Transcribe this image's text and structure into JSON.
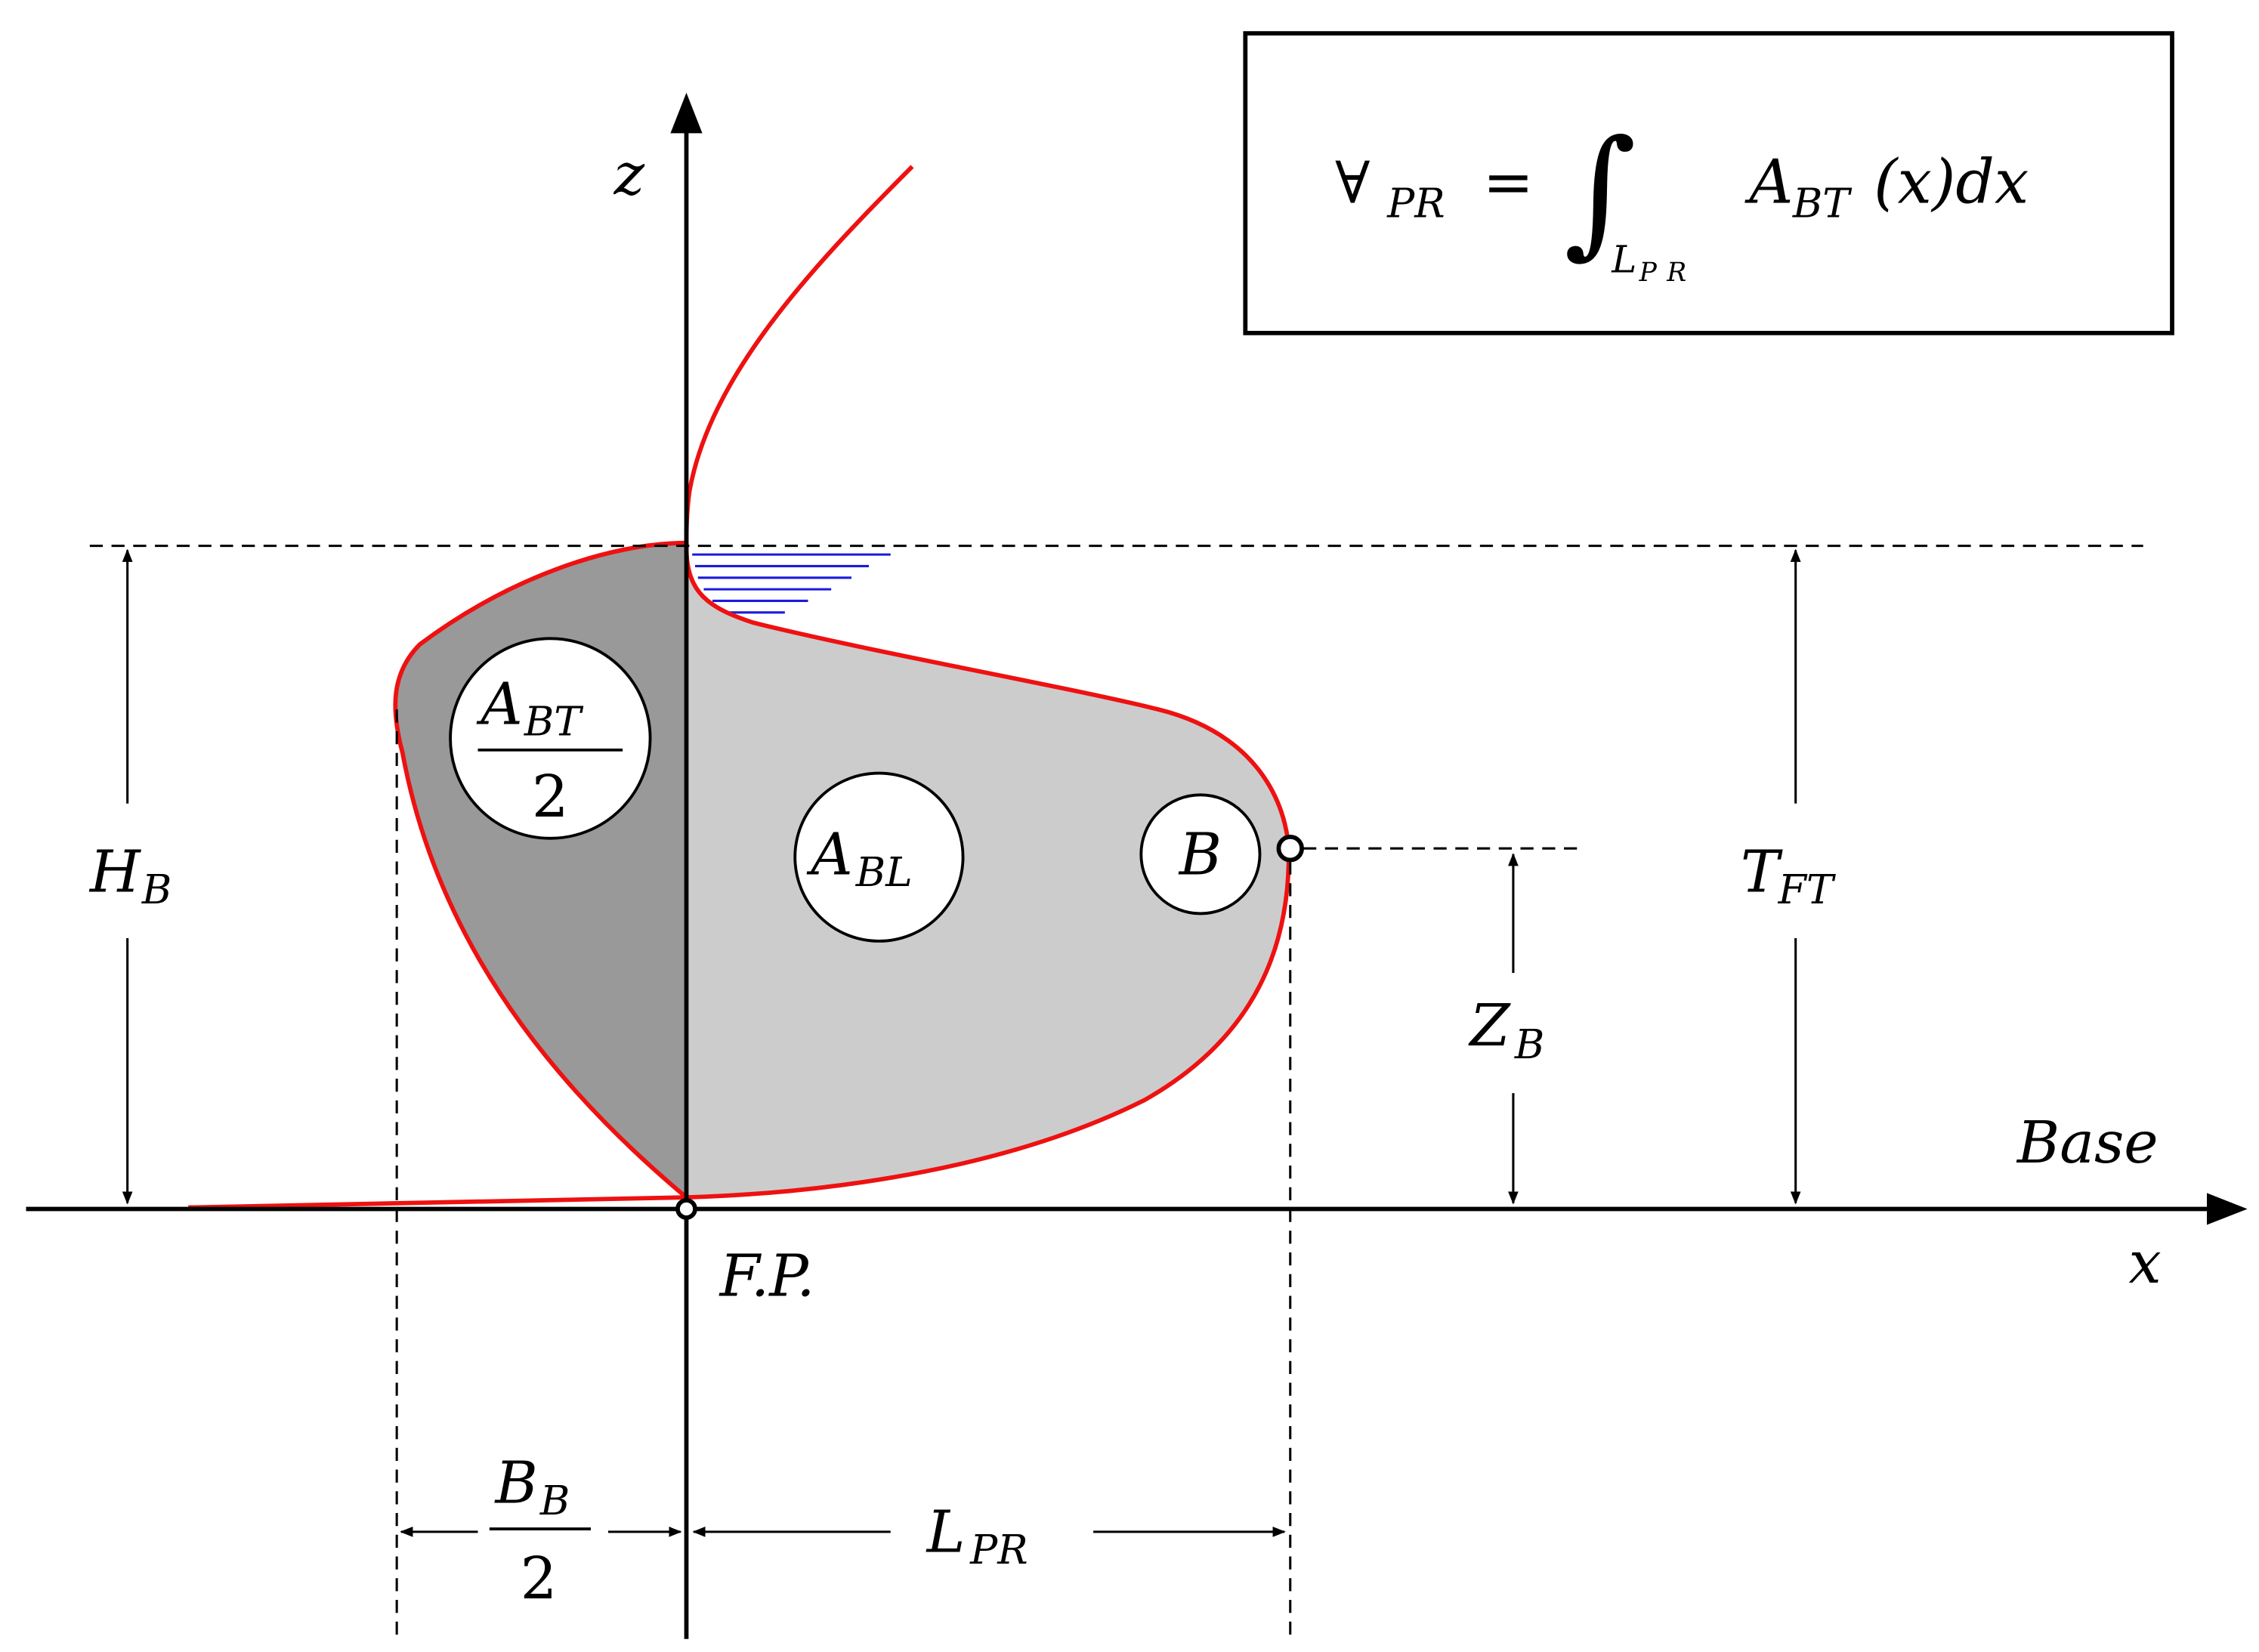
{
  "formula": {
    "vol_symbol": "∀",
    "vol_sub": "PR",
    "equals": "=",
    "integral": "∫",
    "int_sub": "L",
    "int_sub2": "PR",
    "area": "A",
    "area_sub": "BT",
    "arg": "(x)dx"
  },
  "axes": {
    "z": "z",
    "x": "x",
    "base": "Base",
    "origin": "F.P."
  },
  "regions": {
    "abt_half_num": "A",
    "abt_half_num_sub": "BT",
    "abt_half_den": "2",
    "abl": "A",
    "abl_sub": "BL",
    "centroid": "B"
  },
  "dims": {
    "hb": "H",
    "hb_sub": "B",
    "tft": "T",
    "tft_sub": "FT",
    "zb": "Z",
    "zb_sub": "B",
    "bb_num": "B",
    "bb_num_sub": "B",
    "bb_den": "2",
    "lpr": "L",
    "lpr_sub": "PR"
  },
  "colors": {
    "hull_outline": "#ee1111",
    "transverse_fill": "#999999",
    "lateral_fill": "#cccccc",
    "hatch": "#1a1adc"
  }
}
